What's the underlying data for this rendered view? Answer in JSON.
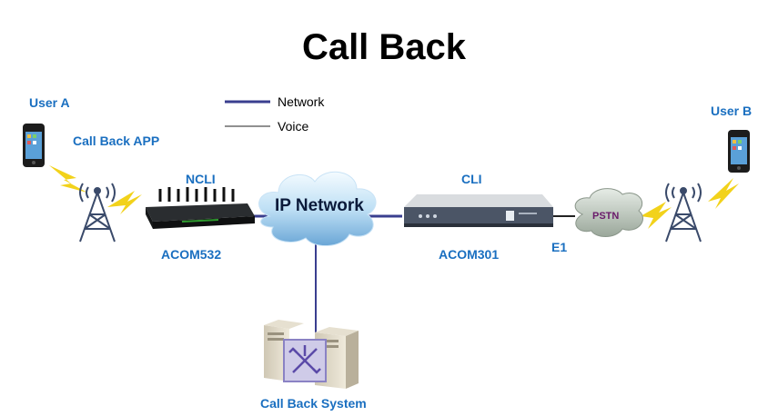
{
  "title": "Call Back",
  "legend": {
    "network": "Network",
    "voice": "Voice"
  },
  "labels": {
    "user_a": "User A",
    "user_b": "User B",
    "callback_app": "Call Back APP",
    "ncli": "NCLI",
    "cli": "CLI",
    "acom532": "ACOM532",
    "acom301": "ACOM301",
    "e1": "E1",
    "ip_network": "IP Network",
    "pstn": "PSTN",
    "callback_system": "Call Back System"
  },
  "colors": {
    "label_blue": "#1a6fc0",
    "network_line": "#3a3f8f",
    "pstn_text": "#6a1a6a",
    "lightning": "#f2d21b"
  }
}
